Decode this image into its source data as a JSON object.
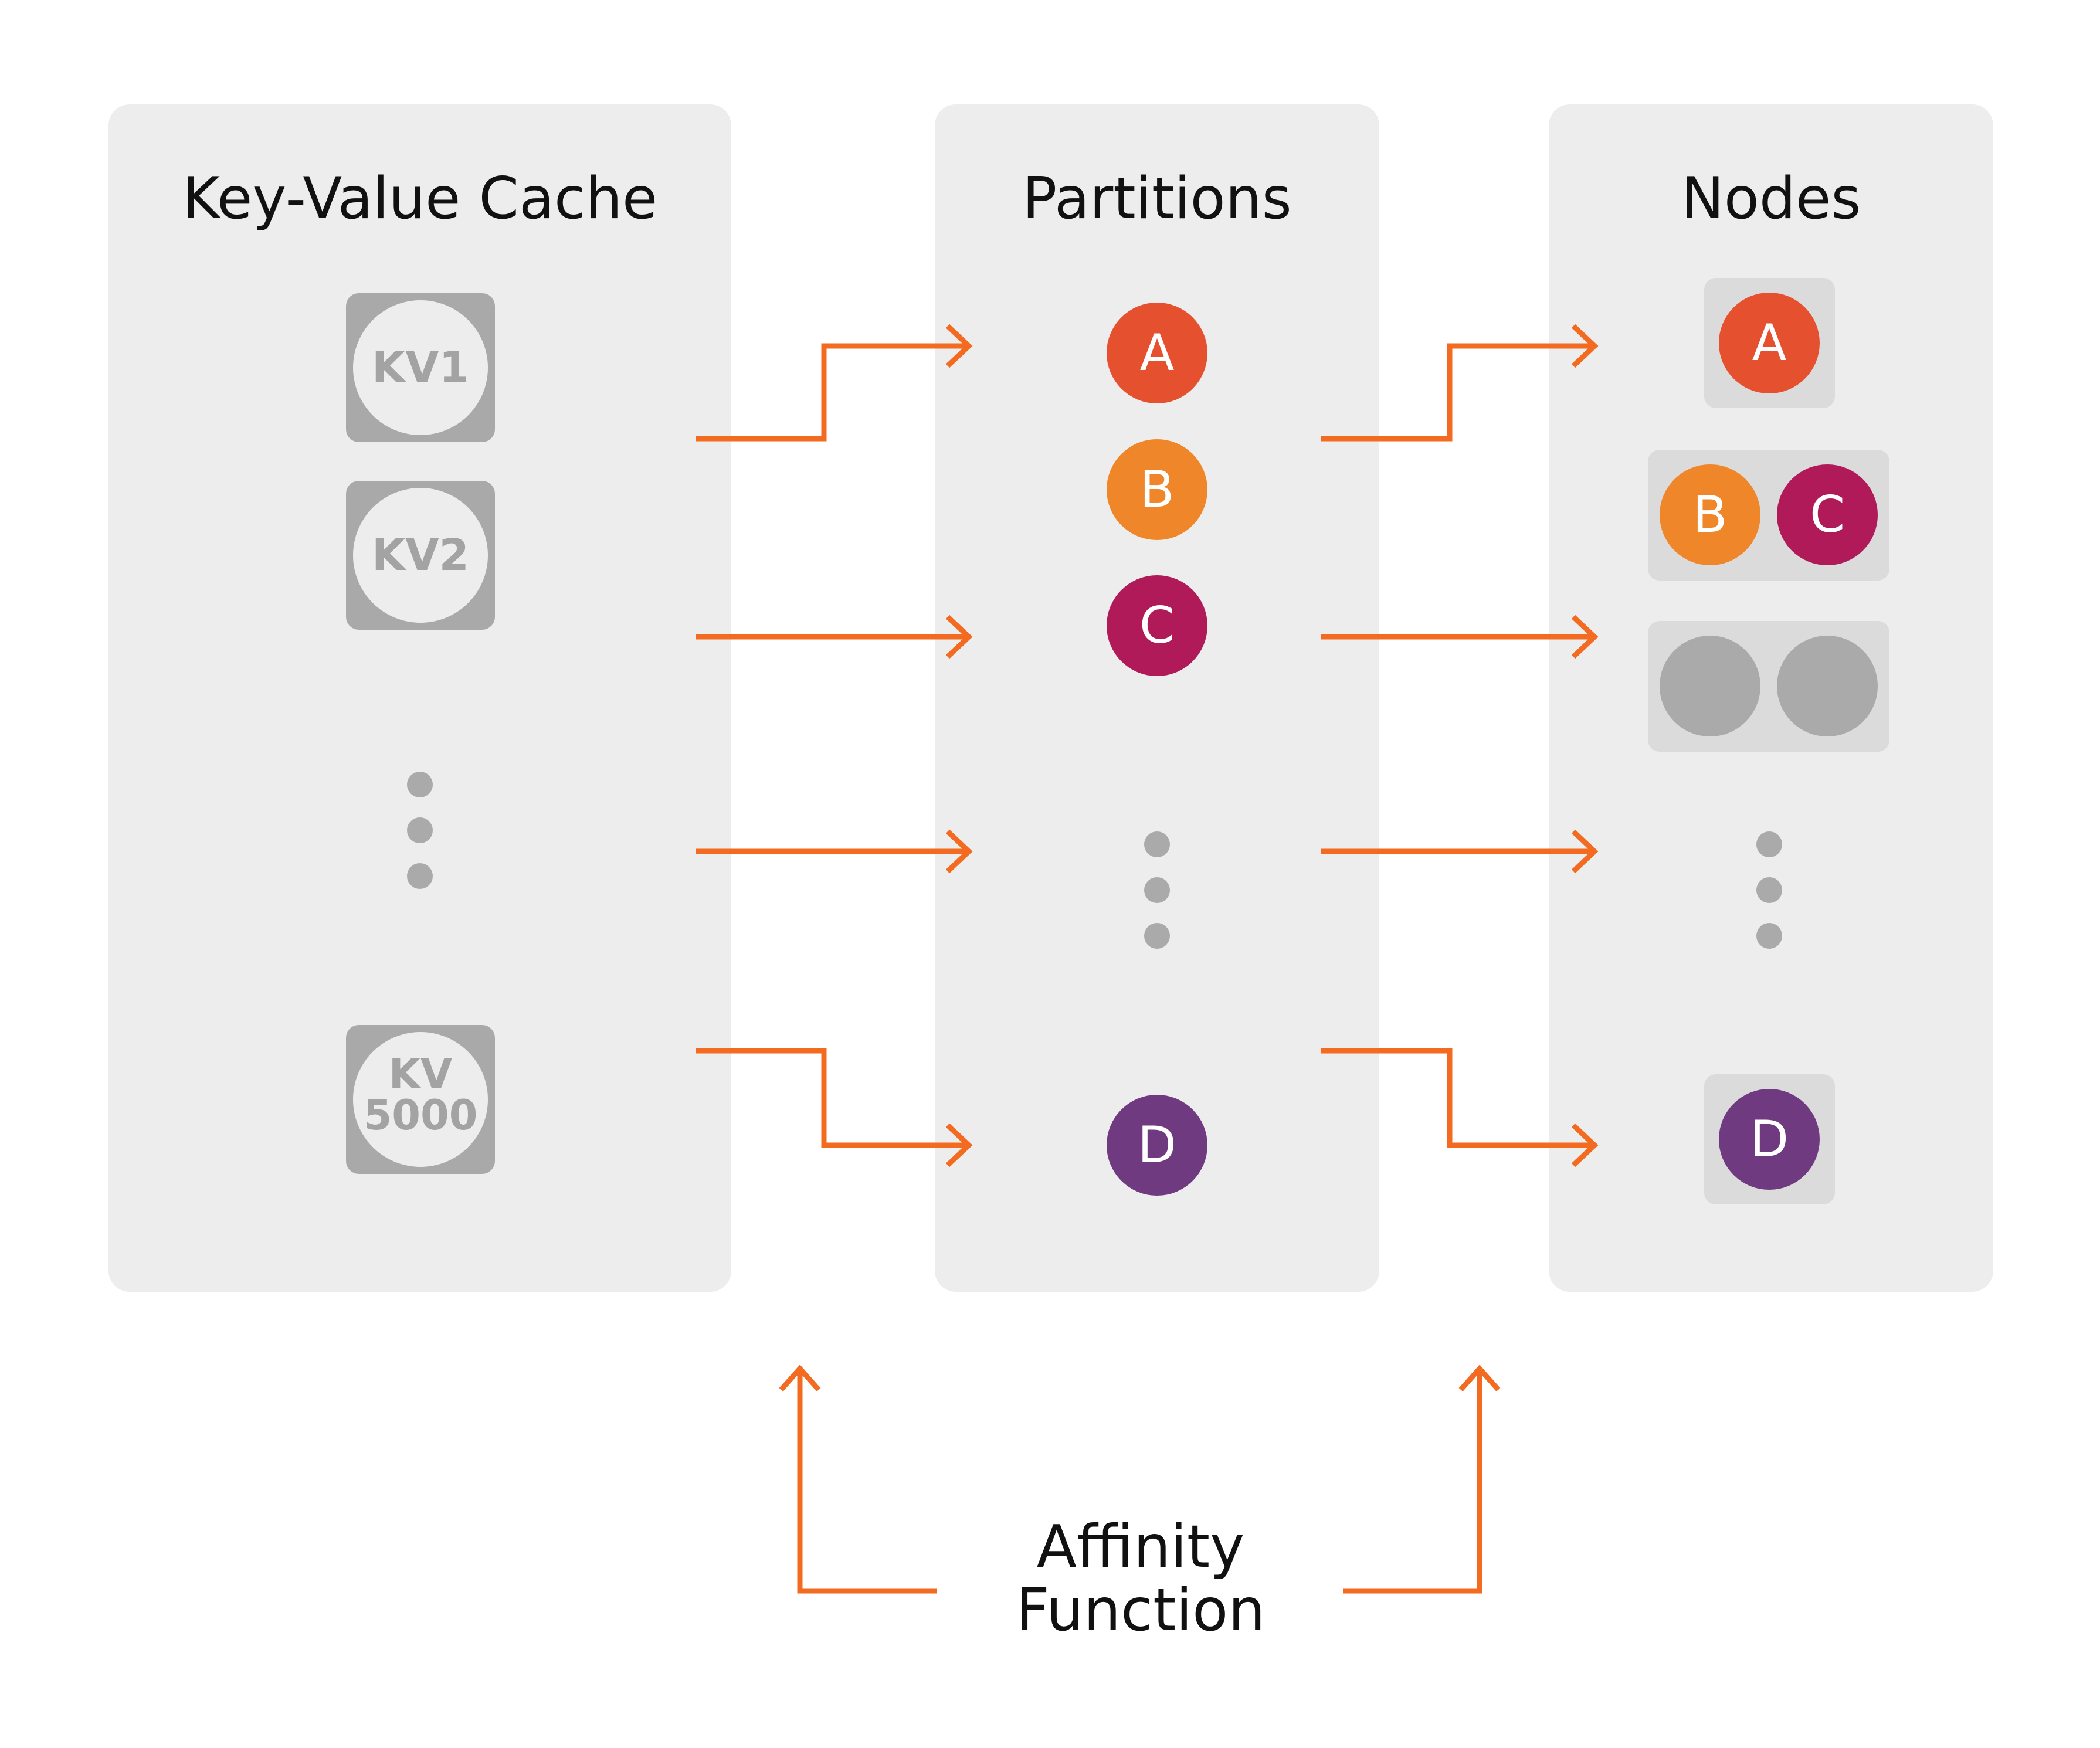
{
  "panels": {
    "cache_title": "Key-Value Cache",
    "partitions_title": "Partitions",
    "nodes_title": "Nodes"
  },
  "keys": {
    "kv1": "KV1",
    "kv2": "KV2",
    "kv5000_line1": "KV",
    "kv5000_line2": "5000"
  },
  "partitions": [
    "A",
    "B",
    "C",
    "D"
  ],
  "nodes": {
    "node1": [
      "A"
    ],
    "node2": [
      "B",
      "C"
    ],
    "node4": [
      "D"
    ]
  },
  "affinity": {
    "line1": "Affinity",
    "line2": "Function"
  },
  "colors": {
    "panel": "#ededed",
    "node_box": "#dcdbdc",
    "key_box": "#a9a9a9",
    "key_circle": "#ededed",
    "arrow": "#f26b21",
    "dot": "#aaaaaa",
    "partition_a": "#e5502f",
    "partition_b": "#f0862a",
    "partition_c": "#b01a58",
    "partition_d": "#703a80",
    "empty_slot": "#aaaaaa"
  }
}
